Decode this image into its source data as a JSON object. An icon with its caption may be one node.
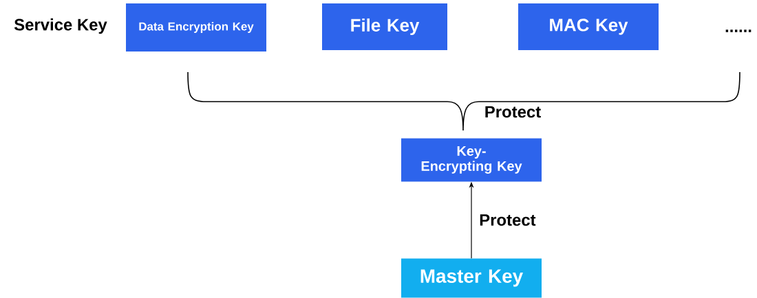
{
  "diagram": {
    "nodes": [
      {
        "text": [
          "Data Encryption Key"
        ]
      },
      {
        "text": [
          "File Key"
        ]
      },
      {
        "text": [
          "MAC Key"
        ]
      },
      {
        "text": [
          "Key-Encrypting Key"
        ]
      },
      {
        "text": [
          "Master Key"
        ]
      }
    ],
    "edges": [
      {
        "from": 4,
        "to": 3,
        "arrow": "to",
        "label": "Protect"
      }
    ],
    "labels": [
      "Service Key",
      "......",
      "Protect"
    ]
  }
}
